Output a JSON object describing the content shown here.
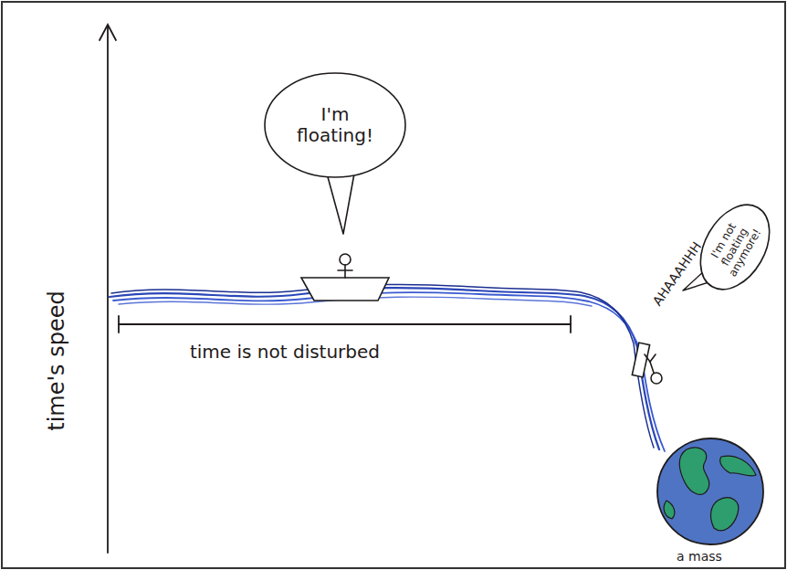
{
  "diagram": {
    "nodes": [
      {
        "text": [
          "I'm floating!"
        ]
      },
      {
        "text": [
          "I'm not floating anymore!"
        ]
      }
    ],
    "labels": [
      "time's speed",
      "time is not disturbed",
      "AHAAAHHH",
      "a mass"
    ]
  }
}
